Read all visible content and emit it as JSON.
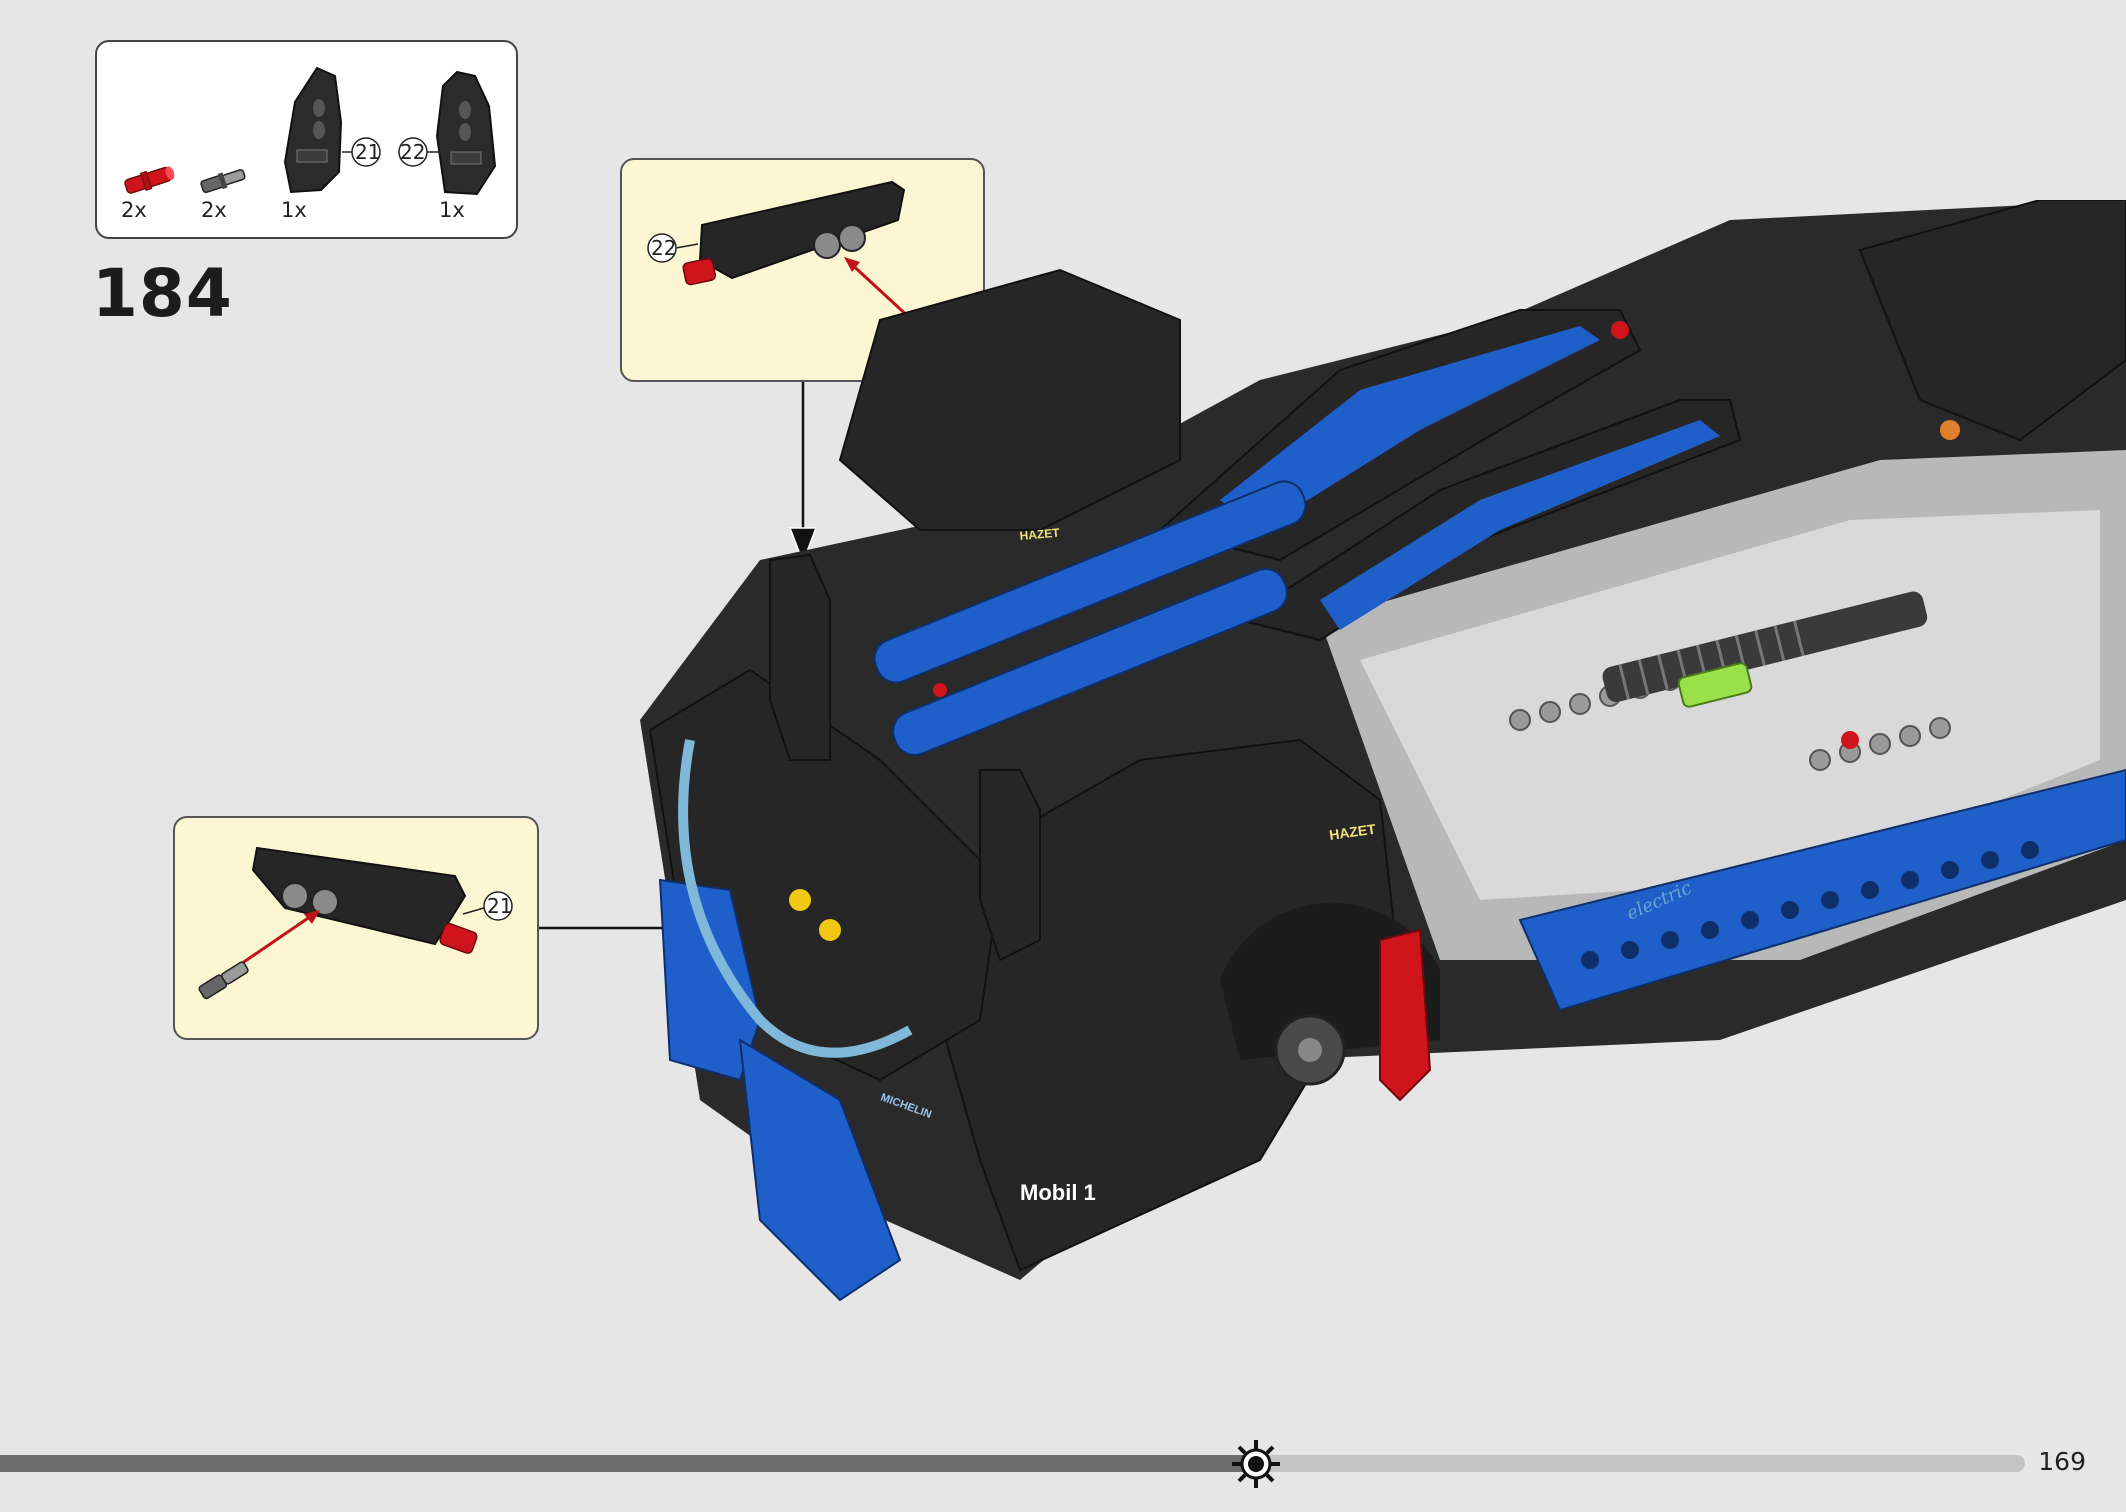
{
  "step": {
    "number": "184"
  },
  "parts_list": [
    {
      "quantity": "2x",
      "color": "#d0141c",
      "icon": "pin-connector-red"
    },
    {
      "quantity": "2x",
      "color": "#5a5a5a",
      "icon": "axle-pin-grey"
    },
    {
      "quantity": "1x",
      "color": "#2b2b2b",
      "icon": "panel-black",
      "id": "21"
    },
    {
      "quantity": "1x",
      "color": "#2b2b2b",
      "icon": "panel-black",
      "id": "22"
    }
  ],
  "callouts": {
    "top": {
      "part_id": "22"
    },
    "left": {
      "part_id": "21"
    }
  },
  "car": {
    "decals": [
      "Mobil 1",
      "MICHELIN",
      "HAZET",
      "HAZET",
      "electric"
    ]
  },
  "footer": {
    "page_number": "169",
    "progress": 0.62
  },
  "colors": {
    "body_black": "#262626",
    "accent_blue": "#1f5fc9",
    "highlight_red": "#d0141c",
    "callout_bg": "#fdf6d3",
    "background": "#e6e6e6"
  }
}
